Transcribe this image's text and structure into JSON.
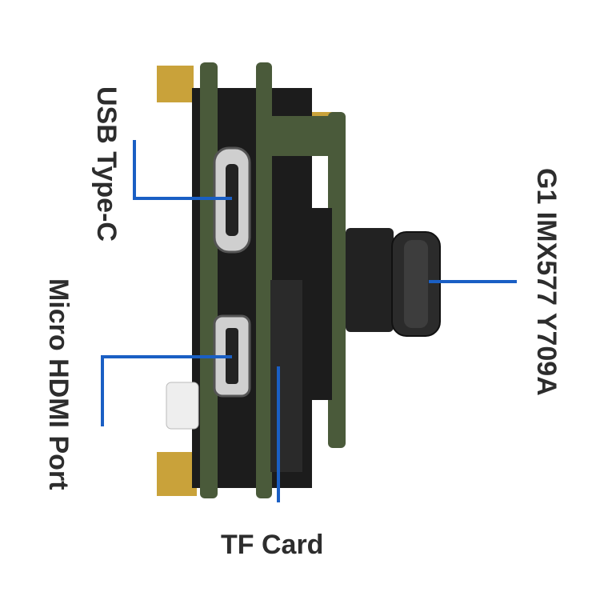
{
  "image": {
    "subject": "camera-module",
    "colors": {
      "background": "#ffffff",
      "pcb": "#4a5a3a",
      "pcb_dark": "#1c1c1c",
      "brass": "#c9a23a",
      "callout": "#1a5fc4",
      "text": "#2d2d2d"
    }
  },
  "labels": {
    "usb": "USB Type-C",
    "hdmi": "Micro HDMI Port",
    "tf": "TF Card",
    "sensor": "G1 IMX577 Y709A"
  }
}
